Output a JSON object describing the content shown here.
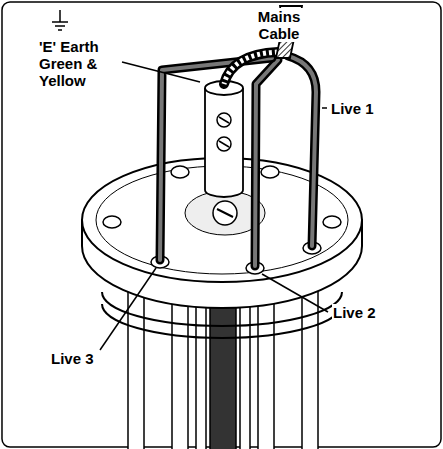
{
  "diagram": {
    "labels": [
      "Mains Cable",
      "'E' Earth Green & Yellow",
      "Live 1",
      "Live 2",
      "Live 3"
    ]
  }
}
